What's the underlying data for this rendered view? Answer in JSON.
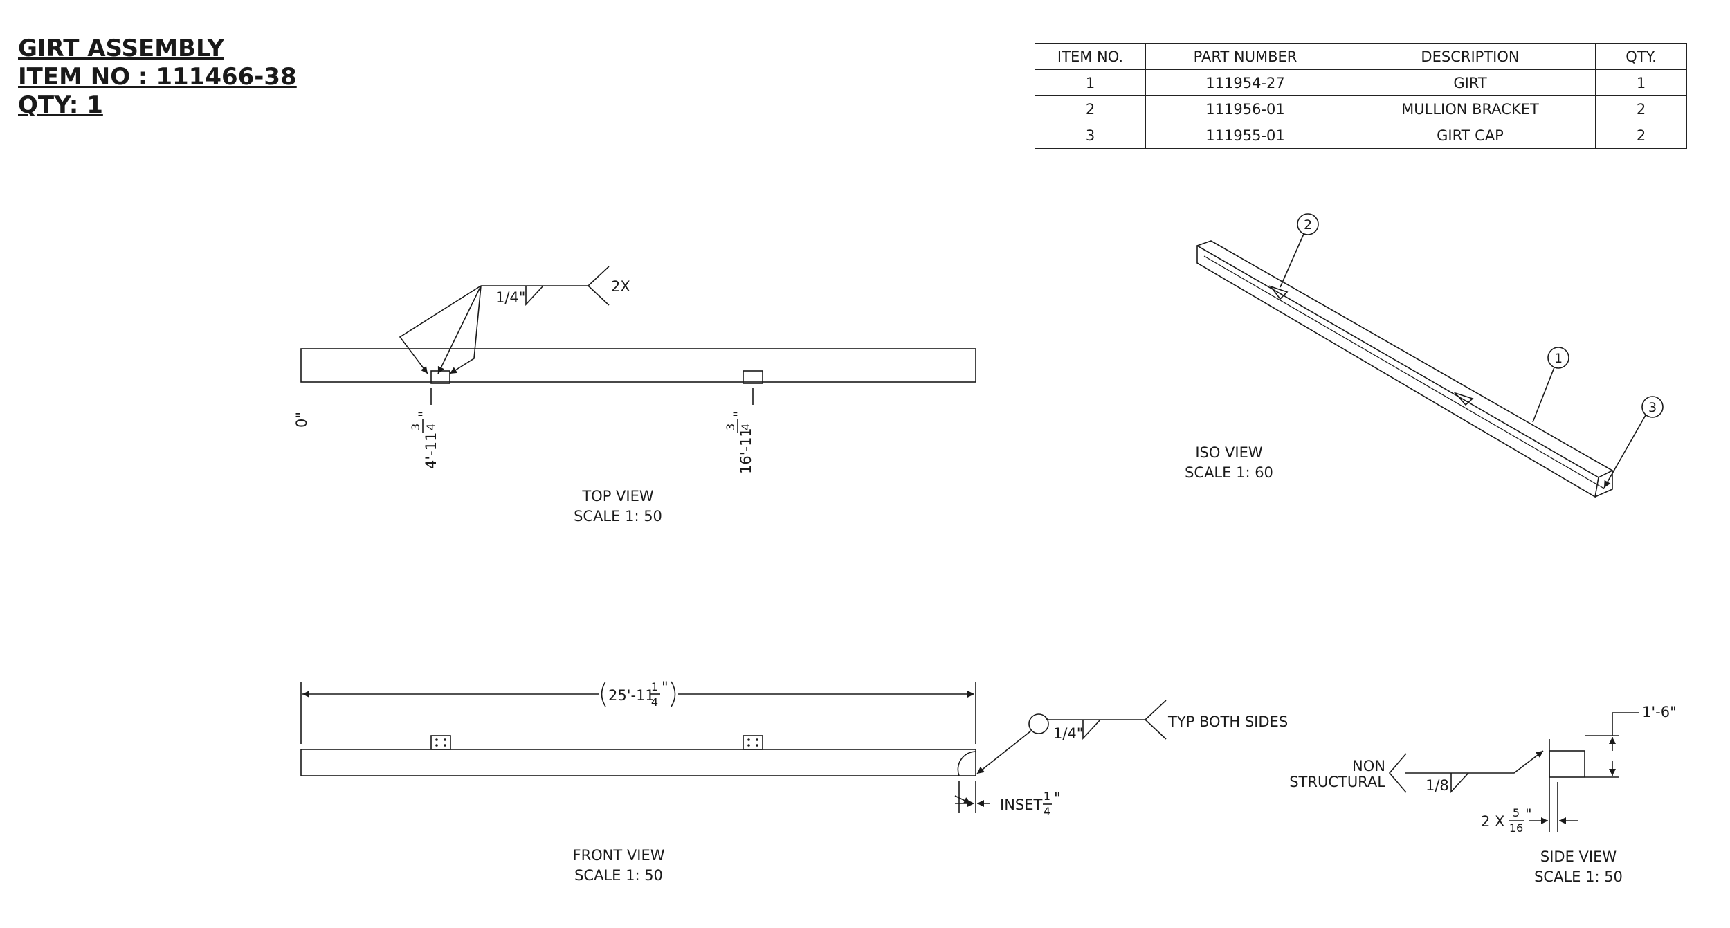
{
  "title_block": {
    "line1": "GIRT ASSEMBLY",
    "line2": "ITEM NO : 111466-38",
    "line3": "QTY: 1"
  },
  "bom": {
    "headers": [
      "ITEM NO.",
      "PART NUMBER",
      "DESCRIPTION",
      "QTY."
    ],
    "rows": [
      [
        "1",
        "111954-27",
        "GIRT",
        "1"
      ],
      [
        "2",
        "111956-01",
        "MULLION BRACKET",
        "2"
      ],
      [
        "3",
        "111955-01",
        "GIRT CAP",
        "2"
      ]
    ]
  },
  "top_view": {
    "weld_size": "1/4\"",
    "weld_count": "2X",
    "dim_origin": "0\"",
    "dim1_whole": "4'-11",
    "dim1_num": "3",
    "dim1_den": "4",
    "dim1_inch": "\"",
    "dim2_whole": "16'-11",
    "dim2_num": "3",
    "dim2_den": "4",
    "dim2_inch": "\"",
    "label": "TOP VIEW",
    "scale": "SCALE 1: 50"
  },
  "iso_view": {
    "balloon_1": "1",
    "balloon_2": "2",
    "balloon_3": "3",
    "label": "ISO  VIEW",
    "scale": "SCALE 1: 60"
  },
  "front_view": {
    "overall_whole": "25'-11",
    "overall_num": "1",
    "overall_den": "4",
    "overall_inch": "\"",
    "weld_size": "1/4\"",
    "weld_note": "TYP BOTH SIDES",
    "inset_label": "INSET",
    "inset_num": "1",
    "inset_den": "4",
    "inset_inch": "\"",
    "label": "FRONT VIEW",
    "scale": "SCALE 1: 50"
  },
  "side_view": {
    "height_dim": "1'-6\"",
    "note_line1": "NON",
    "note_line2": "STRUCTURAL",
    "weld_size": "1/8",
    "width_prefix": "2 X",
    "width_num": "5",
    "width_den": "16",
    "width_inch": "\"",
    "label": "SIDE VIEW",
    "scale": "SCALE 1: 50"
  }
}
